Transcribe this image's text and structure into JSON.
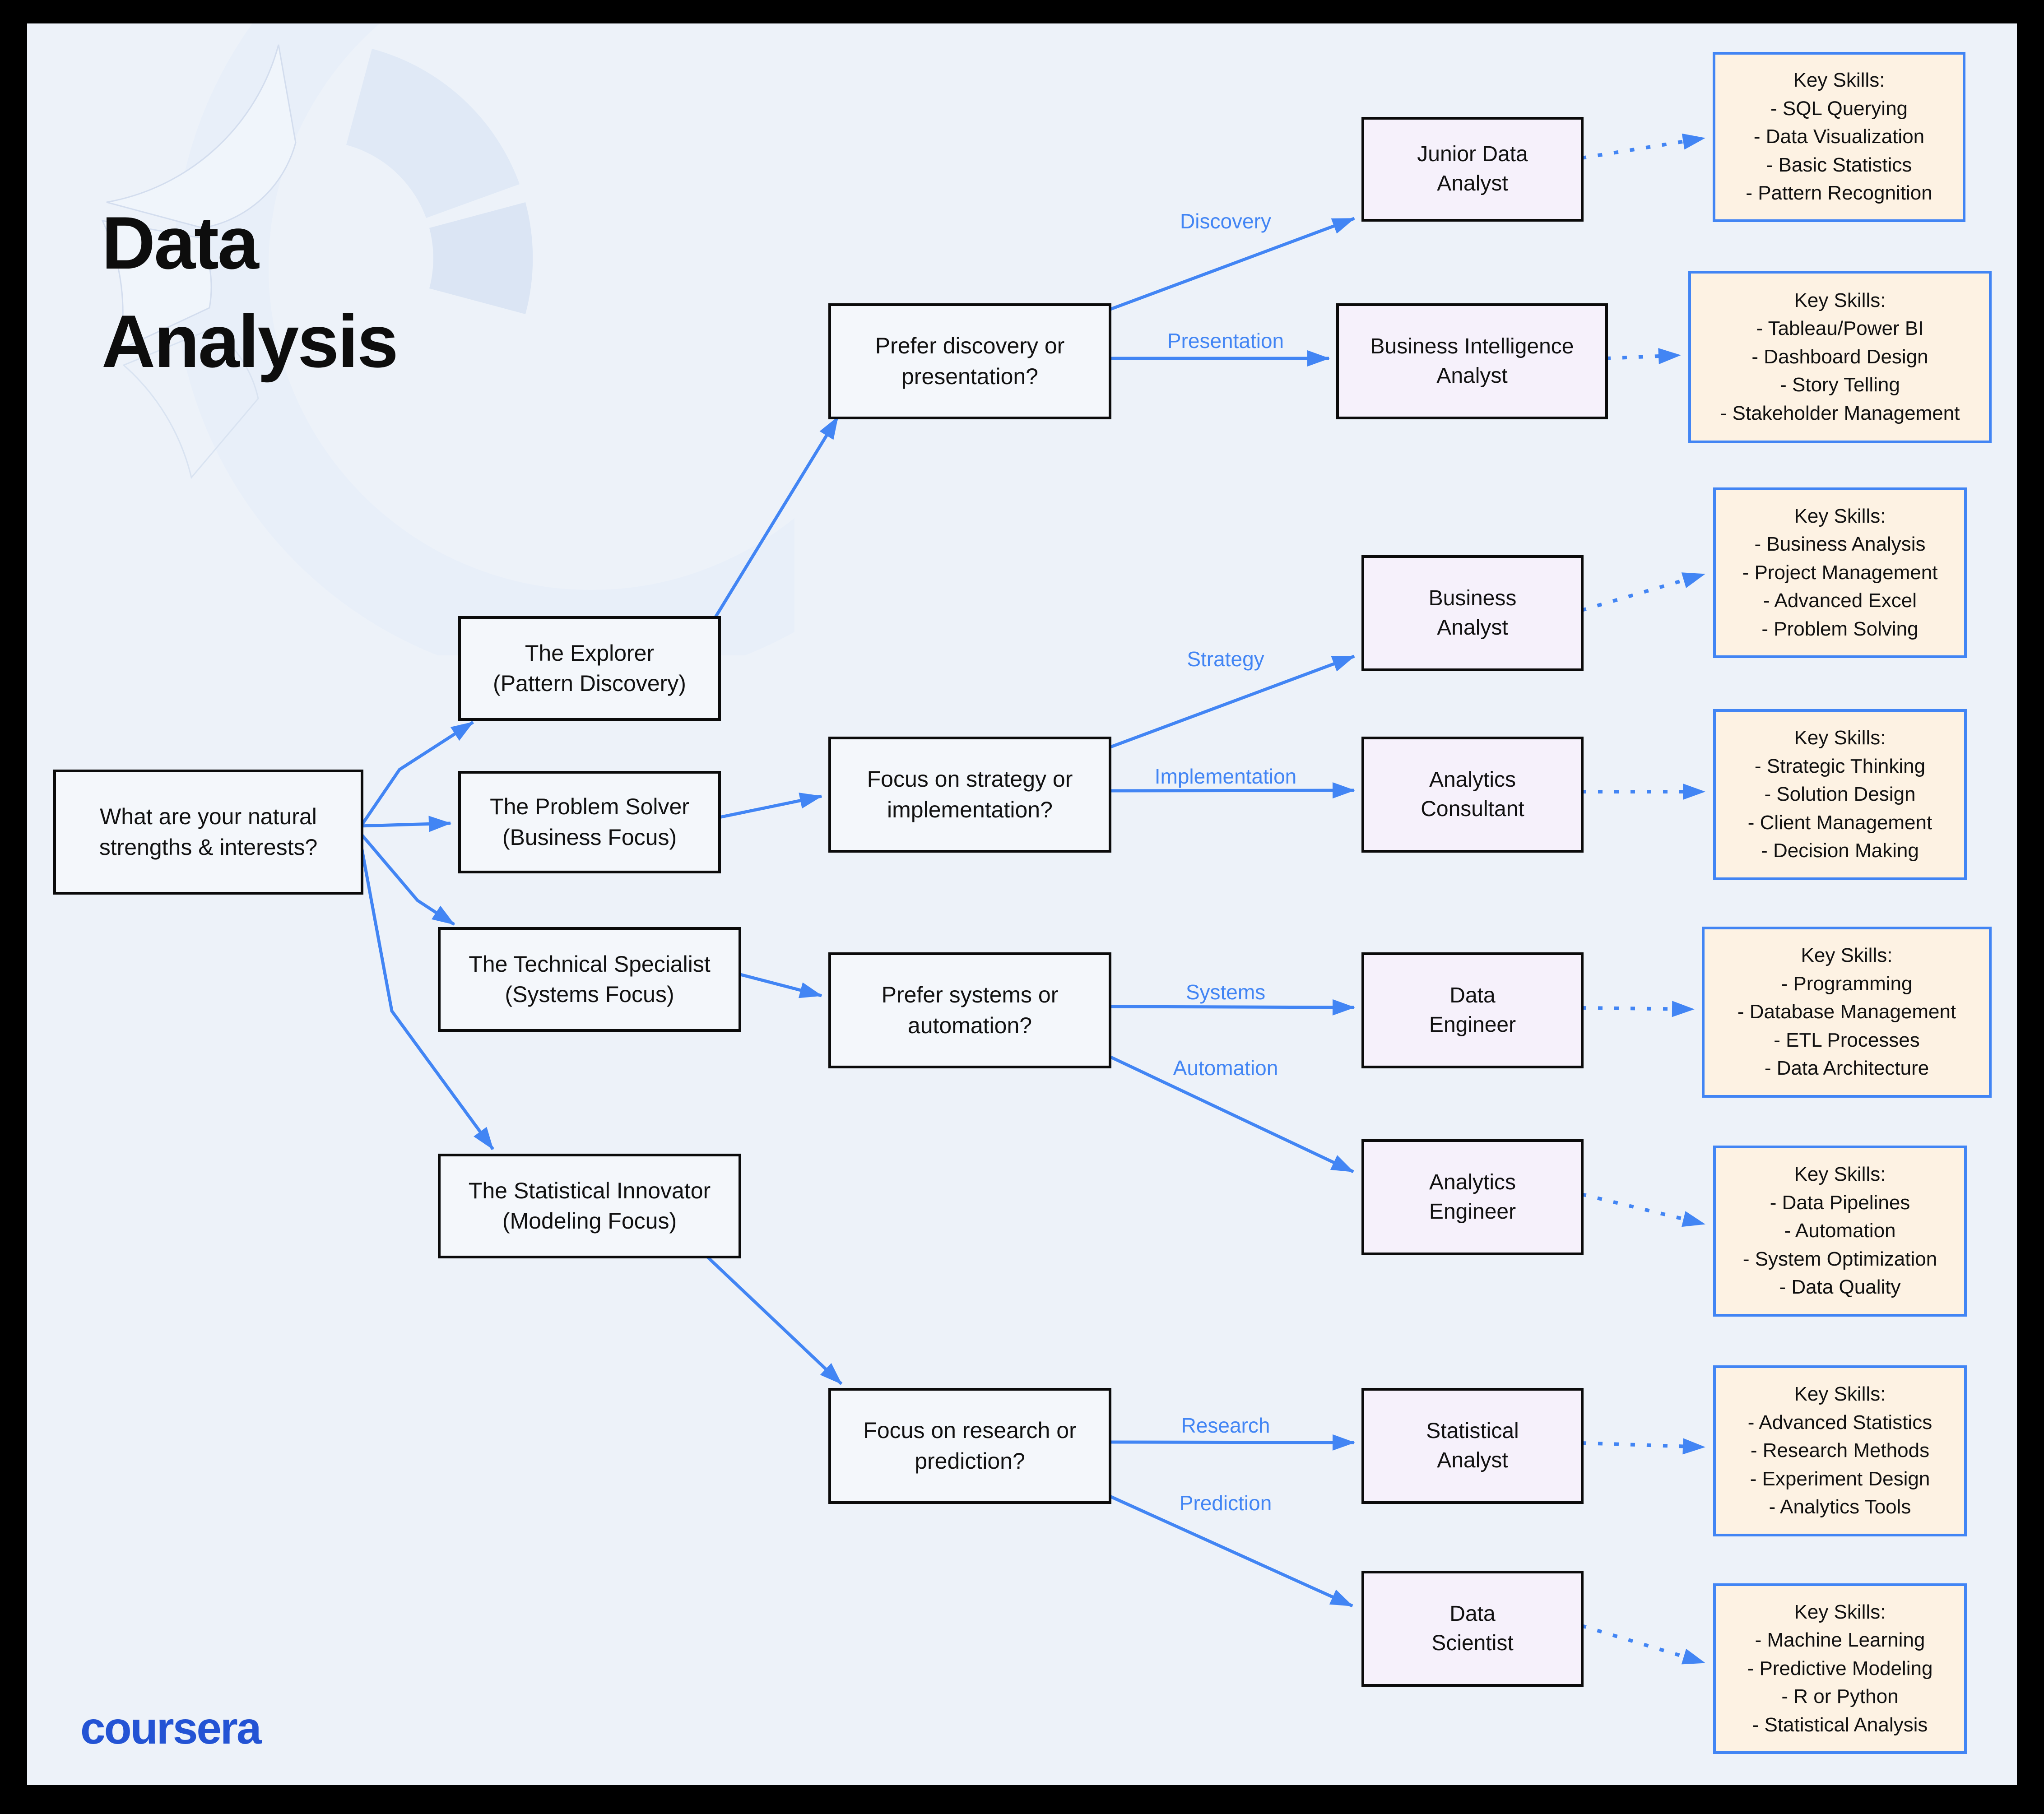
{
  "colors": {
    "background": "#edf2f9",
    "frame": "#000000",
    "accent_blue": "#4285f4",
    "box_fill": "#f4f7fb",
    "role_box_fill": "#f6f1fb",
    "skills_box_fill": "#fdf2e3",
    "skills_box_border": "#4285f4",
    "box_border": "#0b0b0b",
    "title_color": "#0d0d0d",
    "logo_blue": "#2353d4"
  },
  "title": {
    "text": "Data\nAnalysis"
  },
  "logo": {
    "text": "coursera"
  },
  "root_question": {
    "label": "What are your natural\nstrengths & interests?"
  },
  "personas": [
    {
      "label": "The Explorer\n(Pattern Discovery)"
    },
    {
      "label": "The Problem Solver\n(Business Focus)"
    },
    {
      "label": "The Technical Specialist\n(Systems Focus)"
    },
    {
      "label": "The Statistical Innovator\n(Modeling Focus)"
    }
  ],
  "questions": [
    {
      "label": "Prefer discovery or\npresentation?"
    },
    {
      "label": "Focus on strategy or\nimplementation?"
    },
    {
      "label": "Prefer systems or\nautomation?"
    },
    {
      "label": "Focus on research or\nprediction?"
    }
  ],
  "edge_labels": {
    "discovery": "Discovery",
    "presentation": "Presentation",
    "strategy": "Strategy",
    "implementation": "Implementation",
    "systems": "Systems",
    "automation": "Automation",
    "research": "Research",
    "prediction": "Prediction"
  },
  "roles": [
    {
      "label": "Junior Data\nAnalyst"
    },
    {
      "label": "Business Intelligence\nAnalyst"
    },
    {
      "label": "Business\nAnalyst"
    },
    {
      "label": "Analytics\nConsultant"
    },
    {
      "label": "Data\nEngineer"
    },
    {
      "label": "Analytics\nEngineer"
    },
    {
      "label": "Statistical\nAnalyst"
    },
    {
      "label": "Data\nScientist"
    }
  ],
  "skills": [
    {
      "header": "Key Skills:",
      "items": [
        "- SQL Querying",
        "- Data Visualization",
        "- Basic Statistics",
        "- Pattern Recognition"
      ]
    },
    {
      "header": "Key Skills:",
      "items": [
        "- Tableau/Power BI",
        "- Dashboard Design",
        "- Story Telling",
        "- Stakeholder Management"
      ]
    },
    {
      "header": "Key Skills:",
      "items": [
        "- Business Analysis",
        "- Project Management",
        "- Advanced Excel",
        "- Problem Solving"
      ]
    },
    {
      "header": "Key Skills:",
      "items": [
        "- Strategic Thinking",
        "- Solution Design",
        "- Client Management",
        "- Decision Making"
      ]
    },
    {
      "header": "Key Skills:",
      "items": [
        "- Programming",
        "- Database Management",
        "- ETL Processes",
        "- Data Architecture"
      ]
    },
    {
      "header": "Key Skills:",
      "items": [
        "- Data Pipelines",
        "- Automation",
        "- System Optimization",
        "- Data Quality"
      ]
    },
    {
      "header": "Key Skills:",
      "items": [
        "- Advanced Statistics",
        "- Research Methods",
        "- Experiment Design",
        "- Analytics Tools"
      ]
    },
    {
      "header": "Key Skills:",
      "items": [
        "- Machine Learning",
        "- Predictive Modeling",
        "- R or Python",
        "- Statistical Analysis"
      ]
    }
  ]
}
